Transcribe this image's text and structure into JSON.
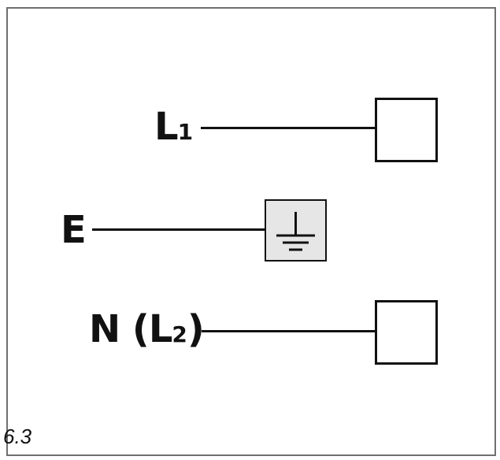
{
  "terminals": {
    "line1": {
      "letter": "L",
      "subscript": "1"
    },
    "earth": {
      "letter": "E"
    },
    "neutral": {
      "prefix": "N (",
      "letter": "L",
      "subscript": "2",
      "suffix": ")"
    }
  },
  "icons": {
    "earth_terminal": "ground-icon"
  },
  "figure": {
    "number": "6.3"
  }
}
